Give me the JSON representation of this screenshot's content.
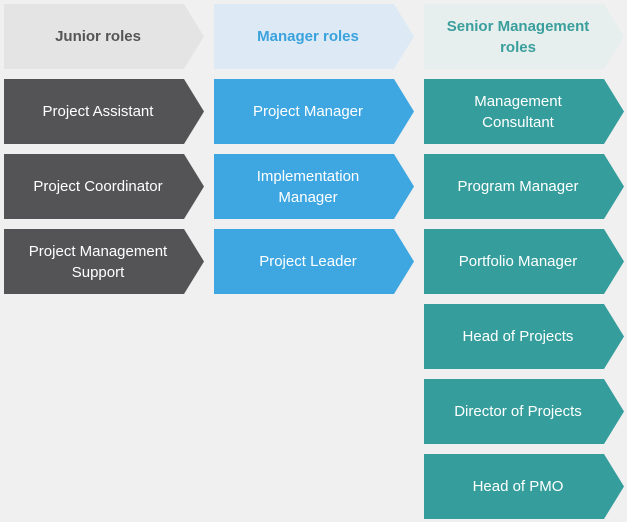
{
  "columns": [
    {
      "header": "Junior roles",
      "roles": [
        "Project Assistant",
        "Project Coordinator",
        "Project Management Support"
      ]
    },
    {
      "header": "Manager roles",
      "roles": [
        "Project Manager",
        "Implementation Manager",
        "Project Leader"
      ]
    },
    {
      "header": "Senior Management roles",
      "roles": [
        "Management Consultant",
        "Program Manager",
        "Portfolio Manager",
        "Head of Projects",
        "Director of Projects",
        "Head of PMO"
      ]
    }
  ],
  "colors": {
    "background": "#f0f0f0",
    "junior_role": "#545456",
    "junior_header_bg": "#e4e4e4",
    "junior_header_text": "#555555",
    "manager_role": "#3ea7e2",
    "manager_header_bg": "#ddeaf6",
    "manager_header_text": "#3aa2dd",
    "senior_role": "#359e9d",
    "senior_header_bg": "#e6efee",
    "senior_header_text": "#3a9e9c"
  }
}
